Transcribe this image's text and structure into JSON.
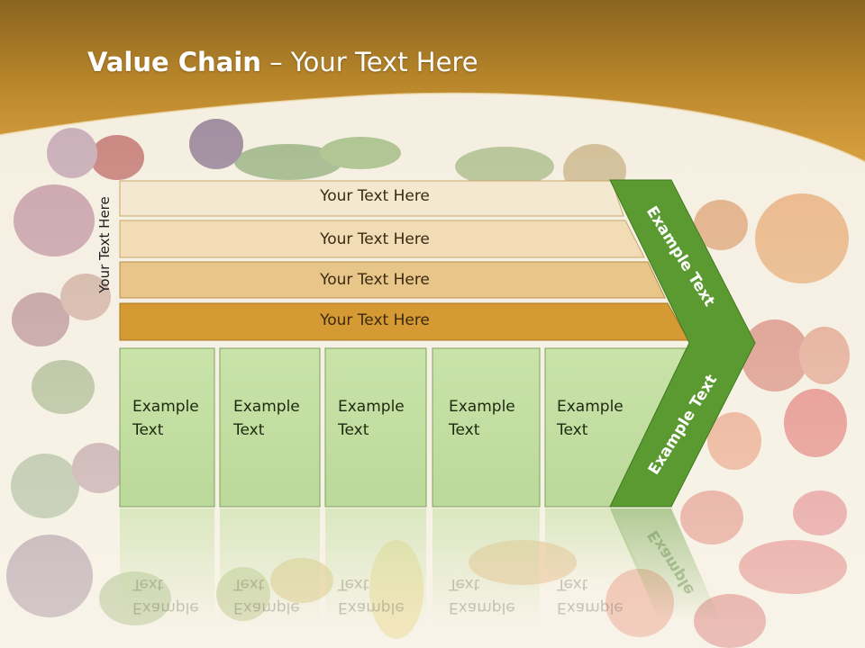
{
  "slide": {
    "title_bold": "Value Chain",
    "title_rest": " – Your Text Here",
    "side_label": "Your Text Here",
    "bars": [
      "Your Text Here",
      "Your Text Here",
      "Your Text Here",
      "Your Text Here"
    ],
    "boxes": [
      "Example\nText",
      "Example\nText",
      "Example\nText",
      "Example\nText",
      "Example\nText"
    ],
    "chevron_top": "Example Text",
    "chevron_bottom": "Example Text",
    "reflection_labels": [
      "Example\nText",
      "Example\nText",
      "Example\nText",
      "Example\nText",
      "Example\nText"
    ],
    "reflection_chevron": "Example"
  },
  "colors": {
    "header": "#b8862a",
    "bar1": "#f5e8d0",
    "bar2": "#f1dcb6",
    "bar3": "#e8c589",
    "bar4": "#d69a35",
    "box": "#c3dfa0",
    "box_border": "#7fa260",
    "chevron": "#5a9a30"
  }
}
